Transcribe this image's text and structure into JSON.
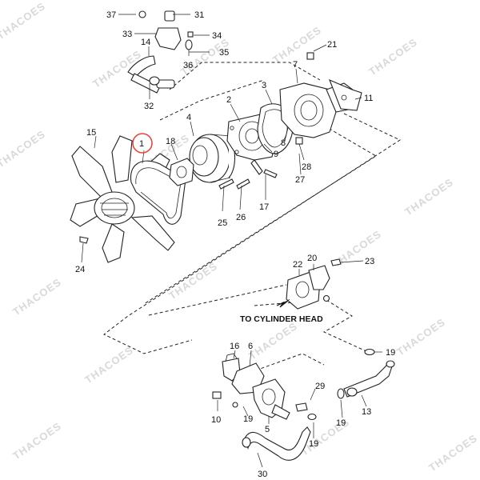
{
  "diagram": {
    "caption": "TO CYLINDER HEAD",
    "watermark": "THACOES",
    "highlight_color": "#e2483d",
    "highlighted_part": "1",
    "callouts": {
      "c1": "1",
      "c2": "2",
      "c3": "3",
      "c4": "4",
      "c5": "5",
      "c6": "6",
      "c7": "7",
      "c8": "8",
      "c9": "9",
      "c10": "10",
      "c11": "11",
      "c13": "13",
      "c14": "14",
      "c15": "15",
      "c16": "16",
      "c17": "17",
      "c18": "18",
      "c19a": "19",
      "c19b": "19",
      "c19c": "19",
      "c19d": "19",
      "c20": "20",
      "c21": "21",
      "c22": "22",
      "c23": "23",
      "c24": "24",
      "c25": "25",
      "c26": "26",
      "c27": "27",
      "c28": "28",
      "c29": "29",
      "c30": "30",
      "c31": "31",
      "c32": "32",
      "c33": "33",
      "c34": "34",
      "c35": "35",
      "c36": "36",
      "c37": "37"
    }
  }
}
